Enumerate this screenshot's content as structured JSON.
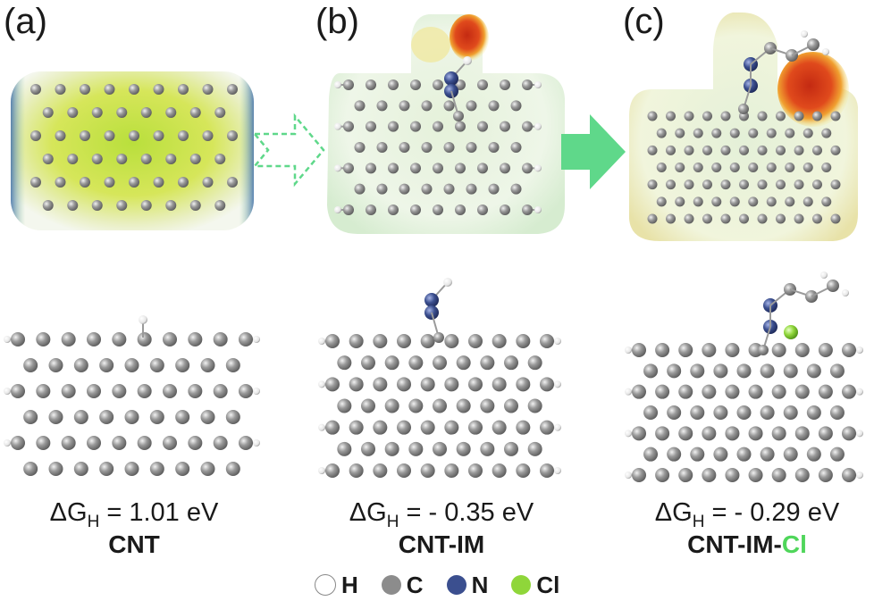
{
  "panels": [
    {
      "label": "(a)",
      "dg_value": " = 1.01 eV",
      "name": "CNT"
    },
    {
      "label": "(b)",
      "dg_value": " = - 0.35 eV",
      "name": "CNT-IM"
    },
    {
      "label": "(c)",
      "dg_value": " = - 0.29 eV",
      "name_main": "CNT-IM-",
      "name_accent": "Cl"
    }
  ],
  "dg_symbol": "ΔG",
  "dg_sub": "H",
  "legend": [
    {
      "symbol": "H",
      "color": "#ffffff"
    },
    {
      "symbol": "C",
      "color": "#8c8c8c"
    },
    {
      "symbol": "N",
      "color": "#3b4f8f"
    },
    {
      "symbol": "Cl",
      "color": "#8fd63a"
    }
  ],
  "colors": {
    "accent_green": "#4fd65a",
    "arrow_green": "#5fd88a",
    "carbon": "#8c8c8c",
    "nitrogen": "#3b4f8f",
    "chlorine": "#8fd63a",
    "esp_red": "#d63a1e"
  }
}
